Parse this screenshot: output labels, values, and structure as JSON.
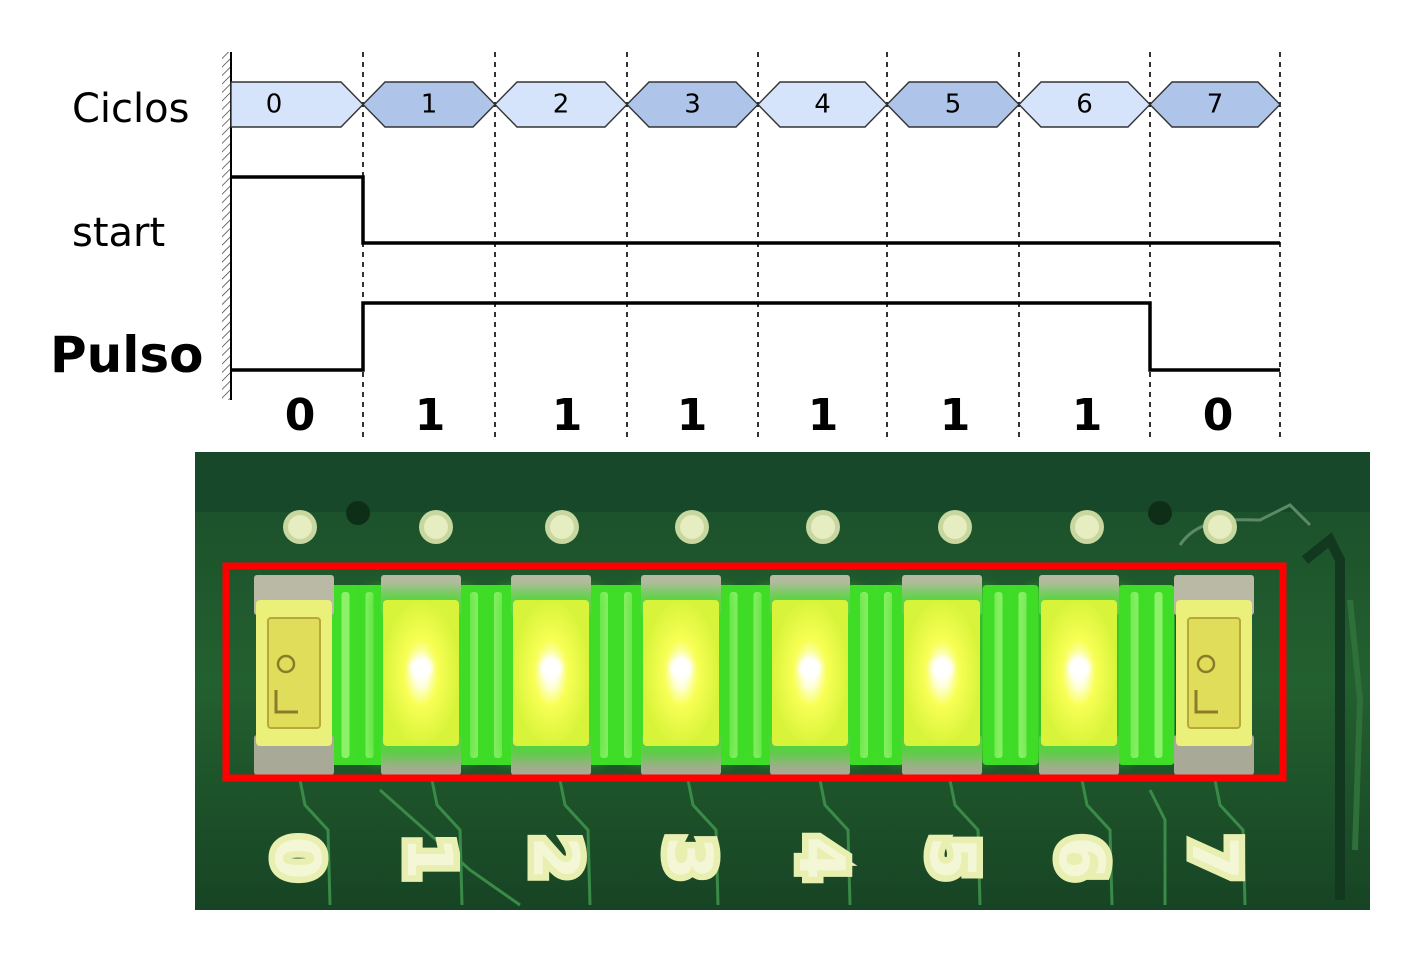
{
  "signals": {
    "ciclos": "Ciclos",
    "start": "start",
    "pulso": "Pulso"
  },
  "cycles": [
    "0",
    "1",
    "2",
    "3",
    "4",
    "5",
    "6",
    "7"
  ],
  "start_wave": [
    1,
    0,
    0,
    0,
    0,
    0,
    0,
    0
  ],
  "pulso_wave": [
    0,
    1,
    1,
    1,
    1,
    1,
    1,
    0
  ],
  "pulso_bits": [
    "0",
    "1",
    "1",
    "1",
    "1",
    "1",
    "1",
    "0"
  ],
  "board": {
    "silkscreen": [
      "0",
      "1",
      "2",
      "3",
      "4",
      "5",
      "6",
      "7"
    ],
    "led_state": [
      0,
      1,
      1,
      1,
      1,
      1,
      1,
      0
    ],
    "highlight_color": "#ff0000"
  },
  "colors": {
    "cycle_light": "#d6e4fb",
    "cycle_dark": "#aec4e8",
    "pcb_dark": "#0d3a1c",
    "pcb": "#1f5a2c",
    "led_on": "#f4ff40",
    "led_glow": "#3fdc28"
  }
}
